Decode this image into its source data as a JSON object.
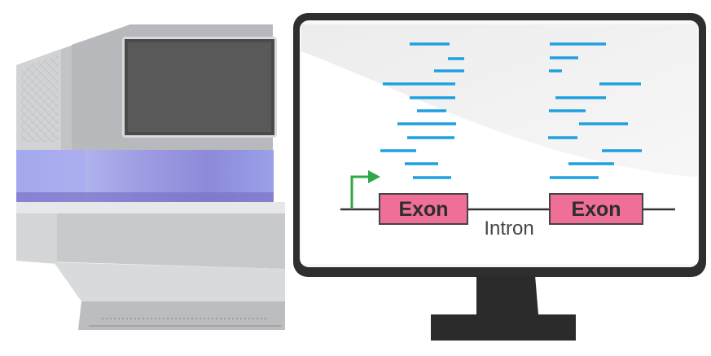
{
  "diagram": {
    "elements": {
      "exon_left_label": "Exon",
      "exon_right_label": "Exon",
      "intron_label": "Intron"
    },
    "colors": {
      "read_blue": "#1ea0df",
      "exon_pink": "#ef6f97",
      "arrow_green": "#2ea84a",
      "gene_line": "#333333",
      "screen_bg": "#efefef",
      "monitor_frame": "#323232",
      "instrument_band": "#8a8bdc"
    }
  }
}
